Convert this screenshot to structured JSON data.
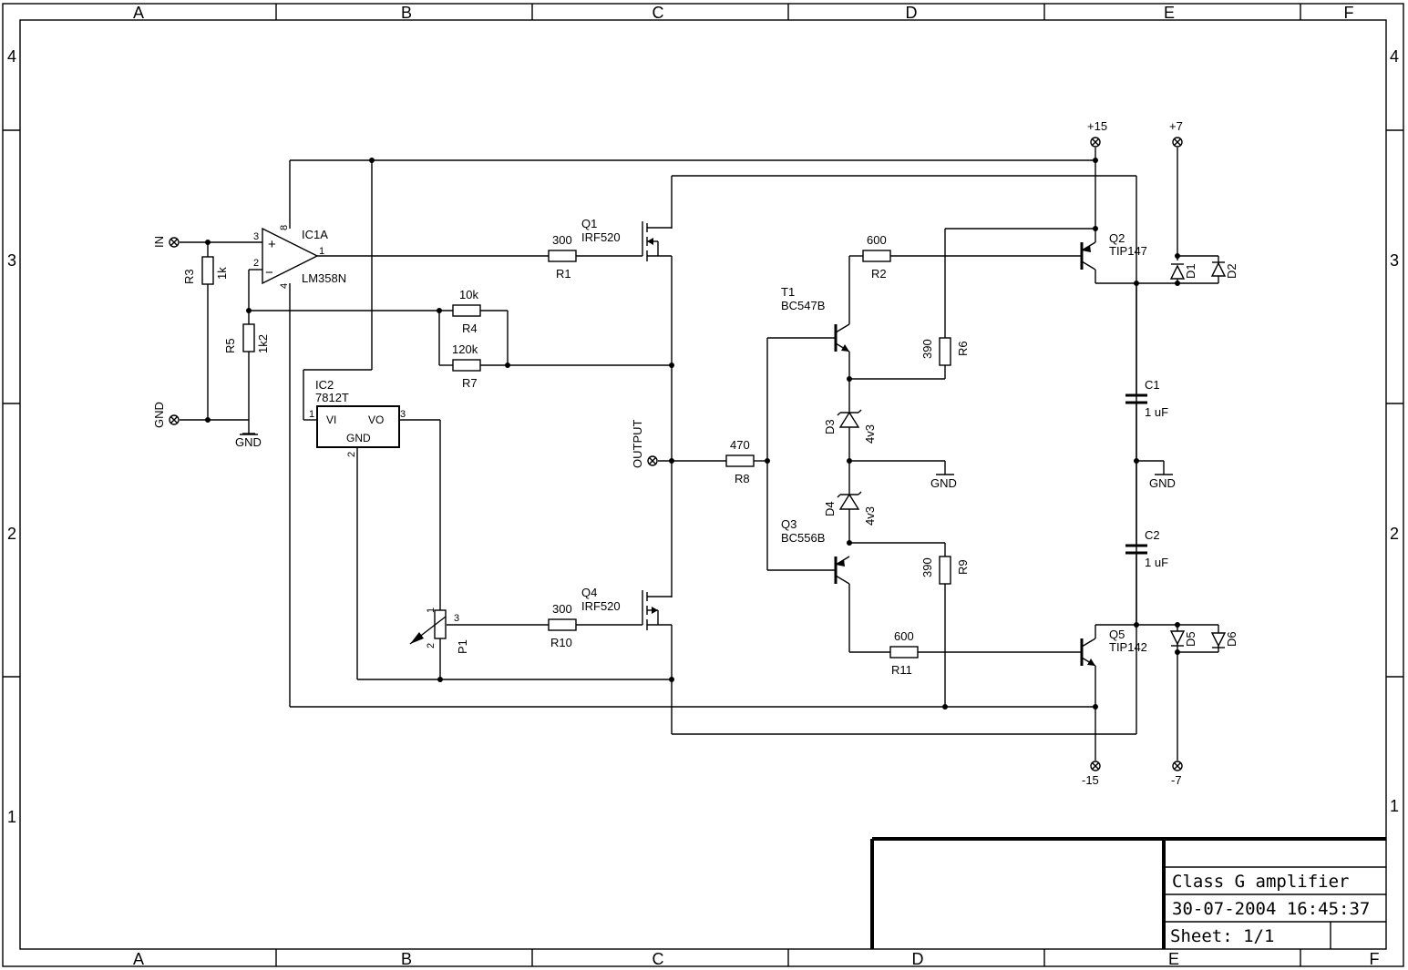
{
  "frame": {
    "columns": [
      "A",
      "B",
      "C",
      "D",
      "E",
      "F"
    ],
    "rows": [
      "4",
      "3",
      "2",
      "1"
    ]
  },
  "title_block": {
    "title": "Class G amplifier",
    "datetime": "30-07-2004 16:45:37",
    "sheet": "Sheet: 1/1"
  },
  "ports": {
    "in": "IN",
    "gnd_in": "GND",
    "output": "OUTPUT",
    "p15": "+15",
    "p7": "+7",
    "m15": "-15",
    "m7": "-7"
  },
  "gnd_label": "GND",
  "components": {
    "ic1": {
      "ref": "IC1A",
      "part": "LM358N",
      "pin_plus": "3",
      "pin_minus": "2",
      "pin_out": "1",
      "pin_vcc": "8",
      "pin_vee": "4",
      "sym_plus": "+",
      "sym_minus": "−"
    },
    "ic2": {
      "ref": "IC2",
      "part": "7812T",
      "vi": "VI",
      "vo": "VO",
      "gnd": "GND",
      "pin1": "1",
      "pin2": "2",
      "pin3": "3"
    },
    "r1": {
      "ref": "R1",
      "value": "300"
    },
    "r2": {
      "ref": "R2",
      "value": "600"
    },
    "r3": {
      "ref": "R3",
      "value": "1k"
    },
    "r4": {
      "ref": "R4",
      "value": "10k"
    },
    "r5": {
      "ref": "R5",
      "value": "1k2"
    },
    "r6": {
      "ref": "R6",
      "value": "390"
    },
    "r7": {
      "ref": "R7",
      "value": "120k"
    },
    "r8": {
      "ref": "R8",
      "value": "470"
    },
    "r9": {
      "ref": "R9",
      "value": "390"
    },
    "r10": {
      "ref": "R10",
      "value": "300"
    },
    "r11": {
      "ref": "R11",
      "value": "600"
    },
    "c1": {
      "ref": "C1",
      "value": "1 uF"
    },
    "c2": {
      "ref": "C2",
      "value": "1 uF"
    },
    "q1": {
      "ref": "Q1",
      "part": "IRF520"
    },
    "q4": {
      "ref": "Q4",
      "part": "IRF520"
    },
    "q2": {
      "ref": "Q2",
      "part": "TIP147"
    },
    "q5": {
      "ref": "Q5",
      "part": "TIP142"
    },
    "t1": {
      "ref": "T1",
      "part": "BC547B"
    },
    "q3": {
      "ref": "Q3",
      "part": "BC556B"
    },
    "d1": {
      "ref": "D1"
    },
    "d2": {
      "ref": "D2"
    },
    "d3": {
      "ref": "D3",
      "value": "4v3"
    },
    "d4": {
      "ref": "D4",
      "value": "4v3"
    },
    "d5": {
      "ref": "D5"
    },
    "d6": {
      "ref": "D6"
    },
    "p1": {
      "ref": "P1",
      "pin1": "1",
      "pin2": "2",
      "pin3": "3"
    }
  }
}
